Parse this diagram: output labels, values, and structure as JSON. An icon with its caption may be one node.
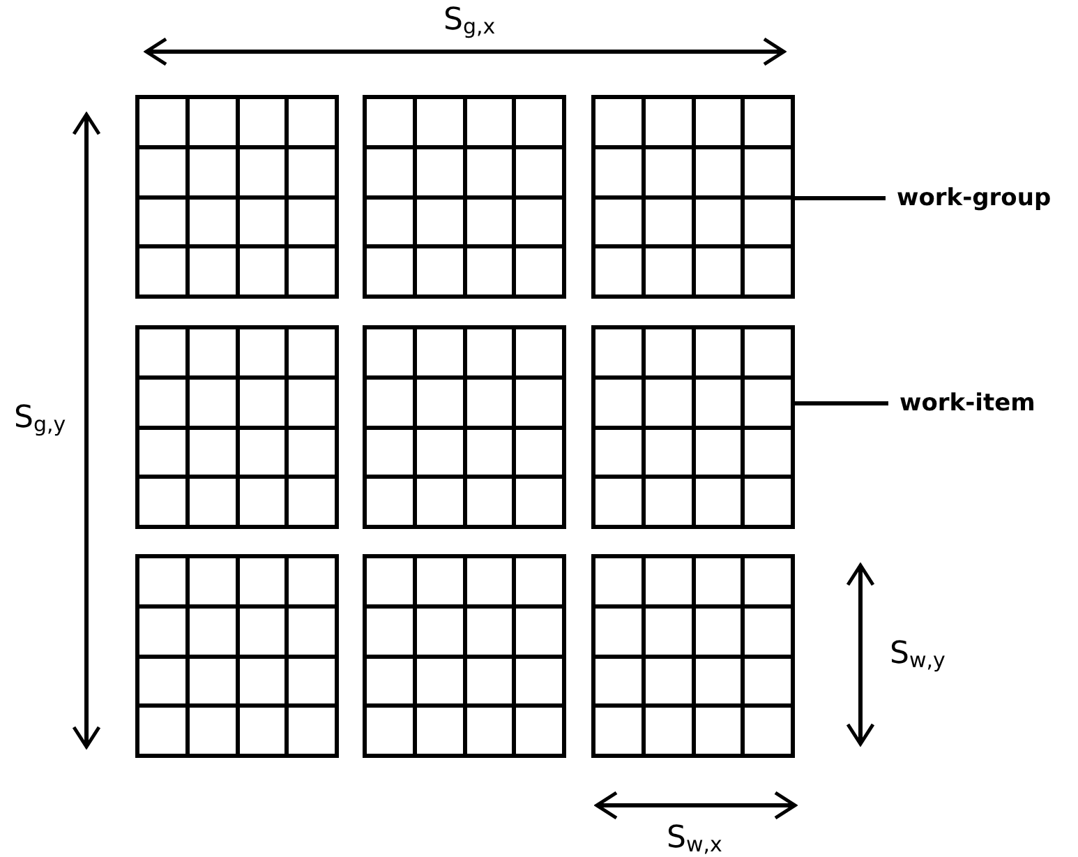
{
  "diagram": {
    "nodes": [
      {
        "text": [],
        "shape": "box"
      },
      {
        "text": [
          "work-group"
        ]
      },
      {
        "text": [],
        "shape": "box"
      },
      {
        "text": [
          "work-item"
        ]
      }
    ],
    "edges": [
      {
        "from": 1,
        "to": 0,
        "arrow": "none"
      },
      {
        "from": 3,
        "to": 2,
        "arrow": "none"
      }
    ],
    "labels": [
      "S$_{g,x}$",
      "S$_{g,y}$",
      "S$_{w,y}$",
      "S$_{w,x}$"
    ]
  }
}
